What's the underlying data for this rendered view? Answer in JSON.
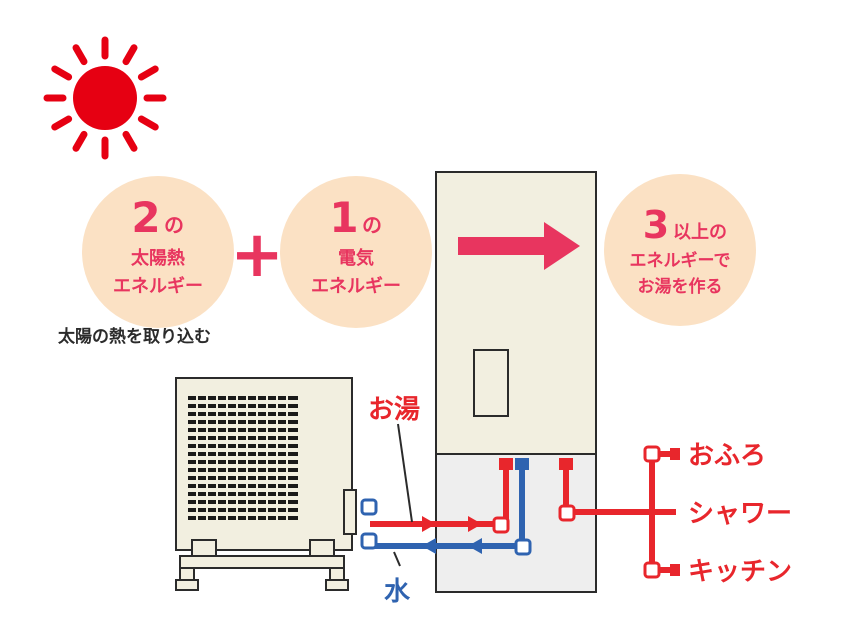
{
  "colors": {
    "accent_pink": "#e8355f",
    "sun_red": "#e60012",
    "hot_red": "#e8262c",
    "cold_blue": "#2f63b0",
    "circle_peach": "#fbe1c4",
    "tank_cream": "#f2efe0",
    "tank_gray": "#eeeeee",
    "outline": "#2b2b2b",
    "unit_vent": "#1a1a1a"
  },
  "bubbles": {
    "solar": {
      "num": "2",
      "suffix": "の",
      "line1": "太陽熱",
      "line2": "エネルギー"
    },
    "electric": {
      "num": "1",
      "suffix": "の",
      "line1": "電気",
      "line2": "エネルギー"
    },
    "result": {
      "num": "3",
      "suffix": "以上の",
      "line1": "エネルギーで",
      "line2": "お湯を作る"
    }
  },
  "plus_sign": "+",
  "caption_solar": "太陽の熱を取り込む",
  "labels": {
    "hot_water": "お湯",
    "cold_water": "水"
  },
  "outlets": [
    "おふろ",
    "シャワー",
    "キッチン"
  ],
  "icons": {
    "sun": "sun-icon",
    "arrow": "right-arrow-icon"
  }
}
